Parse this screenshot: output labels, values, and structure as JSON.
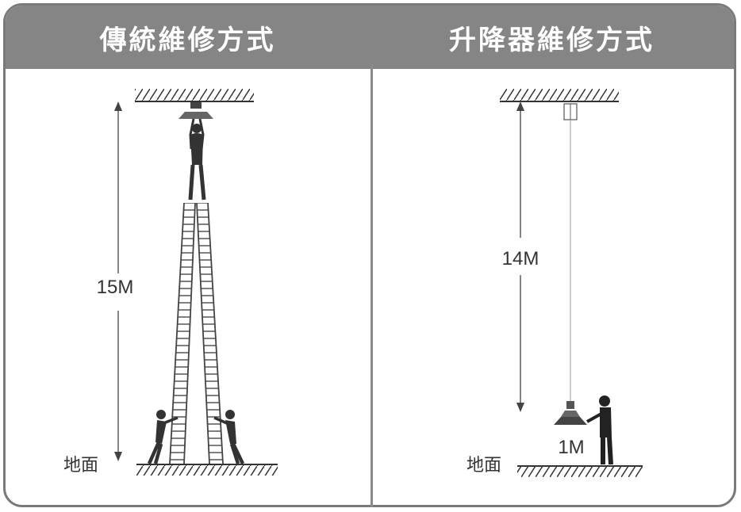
{
  "header": {
    "left_title": "傳統維修方式",
    "right_title": "升降器維修方式"
  },
  "left_panel": {
    "height_label": "15M",
    "ground_label": "地面"
  },
  "right_panel": {
    "height_label": "14M",
    "lowered_label": "1M",
    "ground_label": "地面"
  }
}
